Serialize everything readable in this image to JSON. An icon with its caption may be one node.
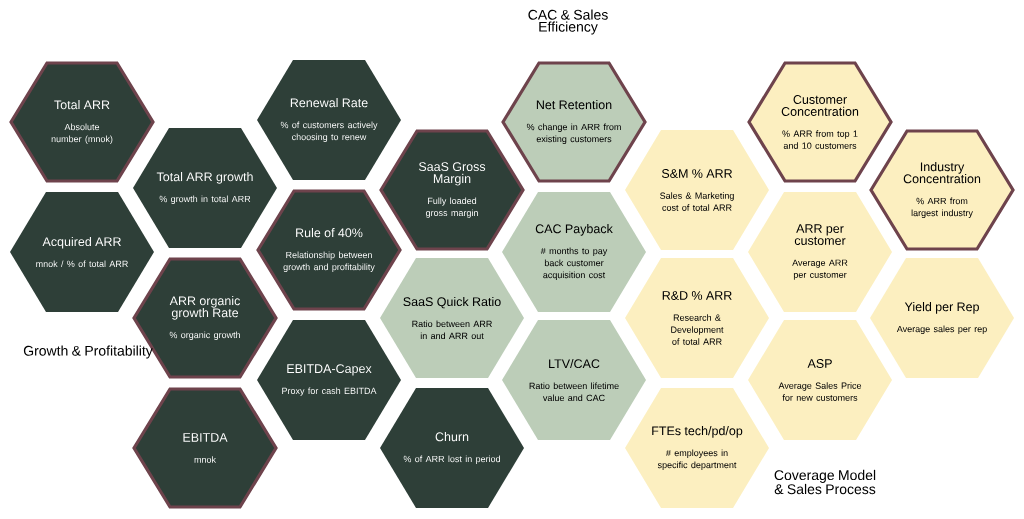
{
  "diagram": {
    "nodes": [
      {
        "text": [
          "Total ARR",
          "Absolute number (mnok)"
        ]
      },
      {
        "text": [
          "Acquired ARR",
          "mnok / % of total ARR"
        ]
      },
      {
        "text": [
          "Total ARR growth",
          "% growth in total ARR"
        ]
      },
      {
        "text": [
          "ARR organic growth Rate",
          "% organic growth"
        ]
      },
      {
        "text": [
          "EBITDA",
          "mnok"
        ]
      },
      {
        "text": [
          "Renewal Rate",
          "% of customers actively choosing to renew"
        ]
      },
      {
        "text": [
          "Rule of 40%",
          "Relationship between growth and profitability"
        ]
      },
      {
        "text": [
          "EBITDA-Capex",
          "Proxy for cash EBITDA"
        ]
      },
      {
        "text": [
          "SaaS Gross Margin",
          "Fully loaded gross margin"
        ]
      },
      {
        "text": [
          "SaaS Quick Ratio",
          "Ratio between ARR in and ARR out"
        ]
      },
      {
        "text": [
          "Churn",
          "% of ARR lost in period"
        ]
      },
      {
        "text": [
          "Net Retention",
          "% change in ARR from existing customers"
        ]
      },
      {
        "text": [
          "CAC Payback",
          "# months to pay back customer acquisition cost"
        ]
      },
      {
        "text": [
          "LTV/CAC",
          "Ratio between lifetime value and CAC"
        ]
      },
      {
        "text": [
          "S&M % ARR",
          "Sales & Marketing cost of total ARR"
        ]
      },
      {
        "text": [
          "R&D % ARR",
          "Research & Development of total ARR"
        ]
      },
      {
        "text": [
          "FTEs tech/pd/op",
          "# employees in specific department"
        ]
      },
      {
        "text": [
          "Customer Concentration",
          "% ARR from top 1 and 10 customers"
        ]
      },
      {
        "text": [
          "ARR per customer",
          "Average ARR per customer"
        ]
      },
      {
        "text": [
          "ASP",
          "Average Sales Price for new customers"
        ]
      },
      {
        "text": [
          "Industry Concentration",
          "% ARR from largest industry"
        ]
      },
      {
        "text": [
          "Yield per Rep",
          "Average sales per rep"
        ]
      }
    ],
    "labels": [
      "CAC & Sales Efficiency",
      "Growth & Profitability",
      "Coverage Model & Sales Process"
    ]
  }
}
